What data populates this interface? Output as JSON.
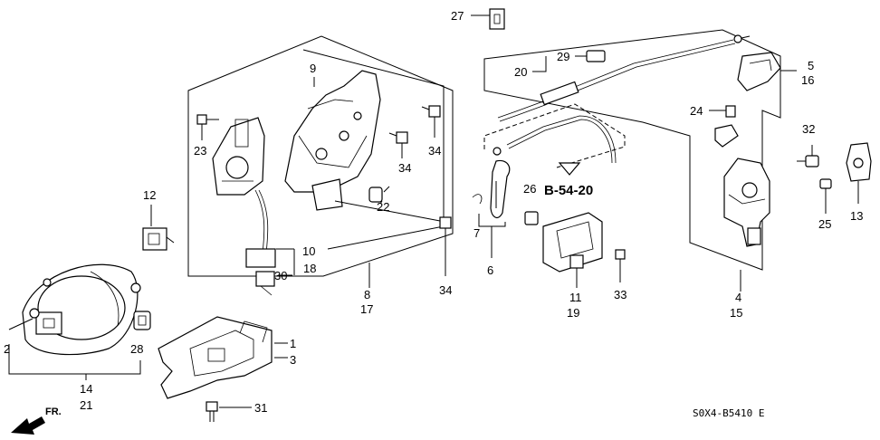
{
  "diagram": {
    "ref_label": "B-54-20",
    "code_label": "S0X4-B5410 E",
    "front_label": "FR.",
    "callouts": {
      "c27": "27",
      "c29": "29",
      "c20": "20",
      "c5": "5",
      "c16": "16",
      "c9": "9",
      "c24": "24",
      "c32": "32",
      "c23": "23",
      "c34a": "34",
      "c34b": "34",
      "c13": "13",
      "c12": "12",
      "c26": "26",
      "c22": "22",
      "c25": "25",
      "c7": "7",
      "c10": "10",
      "c30": "30",
      "c18": "18",
      "c6": "6",
      "c33": "33",
      "c4": "4",
      "c15": "15",
      "c34c": "34",
      "c8": "8",
      "c17": "17",
      "c11": "11",
      "c19": "19",
      "c1": "1",
      "c3": "3",
      "c2": "2",
      "c28": "28",
      "c14": "14",
      "c21": "21",
      "c31": "31"
    }
  }
}
